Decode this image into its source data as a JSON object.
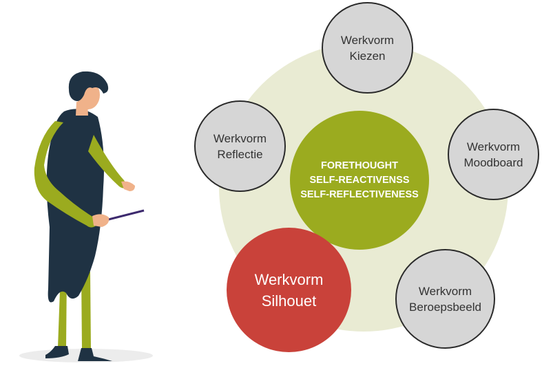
{
  "center": {
    "lines": [
      "FORETHOUGHT",
      "SELF-REACTIVENSS",
      "SELF-REFLECTIVENESS"
    ]
  },
  "nodes": {
    "top": [
      "Werkvorm",
      "Kiezen"
    ],
    "left": [
      "Werkvorm",
      "Reflectie"
    ],
    "right": [
      "Werkvorm",
      "Moodboard"
    ],
    "bottom_right": [
      "Werkvorm",
      "Beroepsbeeld"
    ],
    "highlight": [
      "Werkvorm",
      "Silhouet"
    ]
  },
  "colors": {
    "background_ring": "#e9ebd3",
    "center_fill": "#9bab1f",
    "node_fill": "#d6d6d6",
    "highlight_fill": "#c9423a"
  }
}
